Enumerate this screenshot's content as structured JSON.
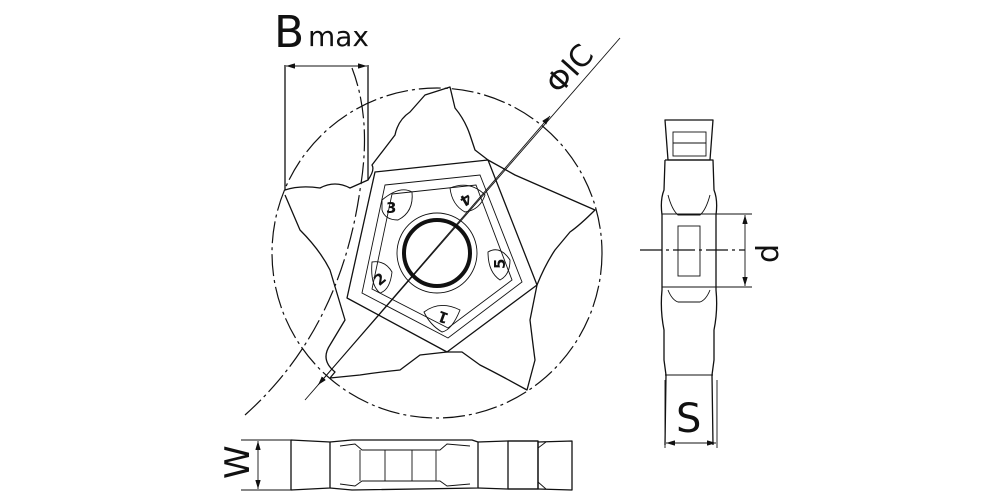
{
  "labels": {
    "b": "B",
    "max": "max",
    "ic": "ΦIC",
    "d": "d",
    "s": "S",
    "w": "W"
  },
  "edge_numbers": [
    "1",
    "2",
    "3",
    "4",
    "5"
  ]
}
